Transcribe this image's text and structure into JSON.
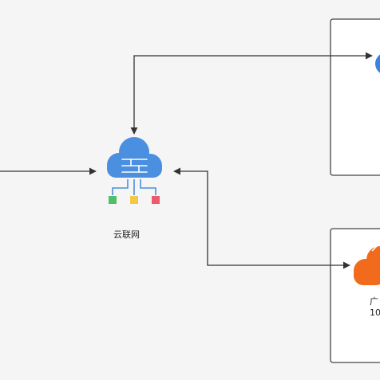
{
  "nodes": {
    "cloud_network": {
      "label": "云联网",
      "icon": "cloud-network-icon",
      "color": "#4a8fe0",
      "port_colors": [
        "#4fc06a",
        "#f3c845",
        "#ec5a6e"
      ]
    },
    "top_region": {
      "icon": "cloud-icon",
      "color": "#3b82e0"
    },
    "bottom_region": {
      "icon": "cloud-icon",
      "color": "#f26a1b",
      "label_line1": "广",
      "label_line2": "10."
    }
  },
  "colors": {
    "background": "#f5f5f5",
    "line": "#333333",
    "box_border": "#444444",
    "box_fill": "#ffffff"
  }
}
